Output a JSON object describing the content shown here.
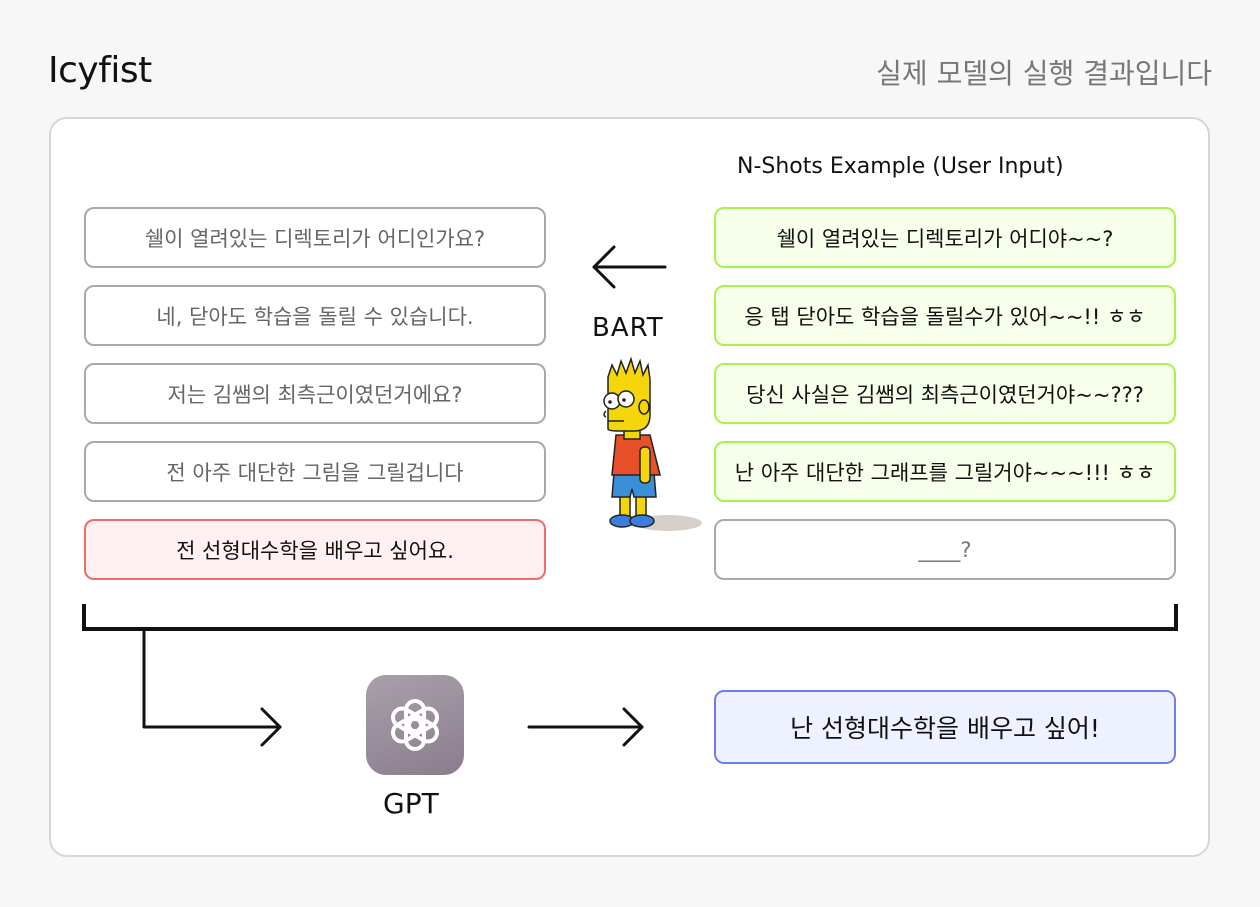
{
  "header": {
    "brand": "Icyfist",
    "subtitle": "실제 모델의 실행 결과입니다"
  },
  "nshots": {
    "title": "N-Shots Example (User Input)",
    "examples": [
      "쉘이 열려있는 디렉토리가 어디야~~?",
      "응 탭 닫아도 학습을 돌릴수가 있어~~!! ㅎㅎ",
      "당신 사실은 김쌤의 최측근이였던거야~~???",
      "난 아주 대단한 그래프를 그릴거야~~~!!! ㅎㅎ",
      "____?"
    ]
  },
  "bart": {
    "label": "BART",
    "outputs": [
      "쉘이 열려있는 디렉토리가 어디인가요?",
      "네, 닫아도 학습을 돌릴 수 있습니다.",
      "저는 김쌤의 최측근이였던거에요?",
      "전 아주 대단한 그림을 그릴겁니다",
      "전 선형대수학을 배우고 싶어요."
    ]
  },
  "gpt": {
    "label": "GPT",
    "result": "난 선형대수학을 배우고 싶어!"
  },
  "colors": {
    "input_border": "#a8f24a",
    "input_fill": "#f5ffe9",
    "highlight_border": "#ef6b6b",
    "highlight_fill": "#fff1f1",
    "result_border": "#6f7fe6",
    "result_fill": "#eef1ff"
  }
}
